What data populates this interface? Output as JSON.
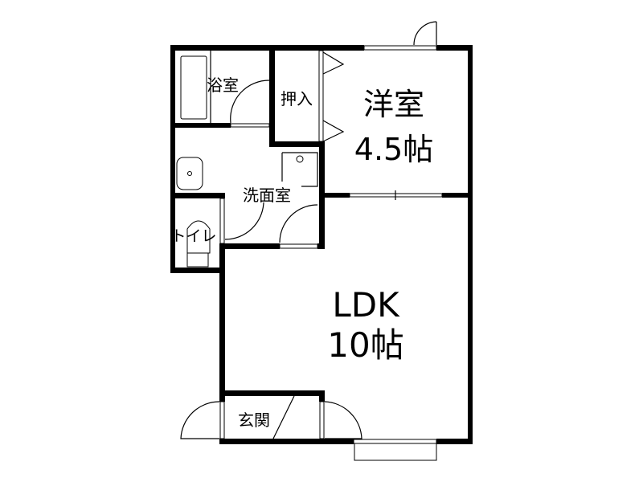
{
  "rooms": {
    "bath": "浴室",
    "closet": "押入",
    "western_room": "洋室",
    "western_room_size": "4.5帖",
    "washroom": "洗面室",
    "toilet": "トイレ",
    "ldk": "LDK",
    "ldk_size": "10帖",
    "entrance": "玄関"
  },
  "colors": {
    "wall": "#000000",
    "background": "#ffffff"
  }
}
